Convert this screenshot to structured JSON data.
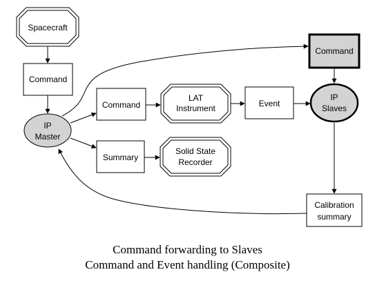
{
  "nodes": {
    "spacecraft": "Spacecraft",
    "command_top": "Command",
    "ip_master": [
      "IP",
      "Master"
    ],
    "command_mid": "Command",
    "lat_instrument": [
      "LAT",
      "Instrument"
    ],
    "event": "Event",
    "command_right": "Command",
    "ip_slaves": [
      "IP",
      "Slaves"
    ],
    "summary": "Summary",
    "solid_state_recorder": [
      "Solid State",
      "Recorder"
    ],
    "calibration_summary": [
      "Calibration",
      "summary"
    ]
  },
  "caption": {
    "line1": "Command forwarding to Slaves",
    "line2": "Command and Event handling (Composite)"
  },
  "colors": {
    "stroke": "#000000",
    "fill_highlight": "#d3d3d3",
    "fill_plain": "#ffffff"
  }
}
